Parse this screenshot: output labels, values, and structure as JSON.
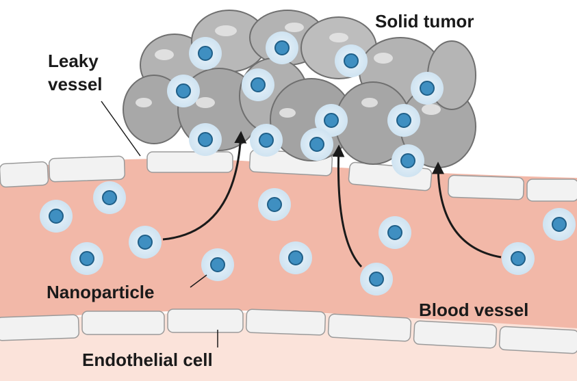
{
  "labels": {
    "solid_tumor": "Solid tumor",
    "leaky_line1": "Leaky",
    "leaky_line2": "vessel",
    "nanoparticle": "Nanoparticle",
    "blood_vessel": "Blood vessel",
    "endothelial_cell": "Endothelial cell"
  },
  "colors": {
    "background": "#ffffff",
    "blood": "#f2b8a8",
    "tissue_below": "#fbe3da",
    "endothelial": "#f2f2f2",
    "tumor_cell": "#a6a6a6",
    "tumor_nucleus": "#8e8e8e",
    "particle_halo": "#cfe3f1",
    "particle_core": "#3f8fc1",
    "arrow": "#1a1a1a"
  }
}
